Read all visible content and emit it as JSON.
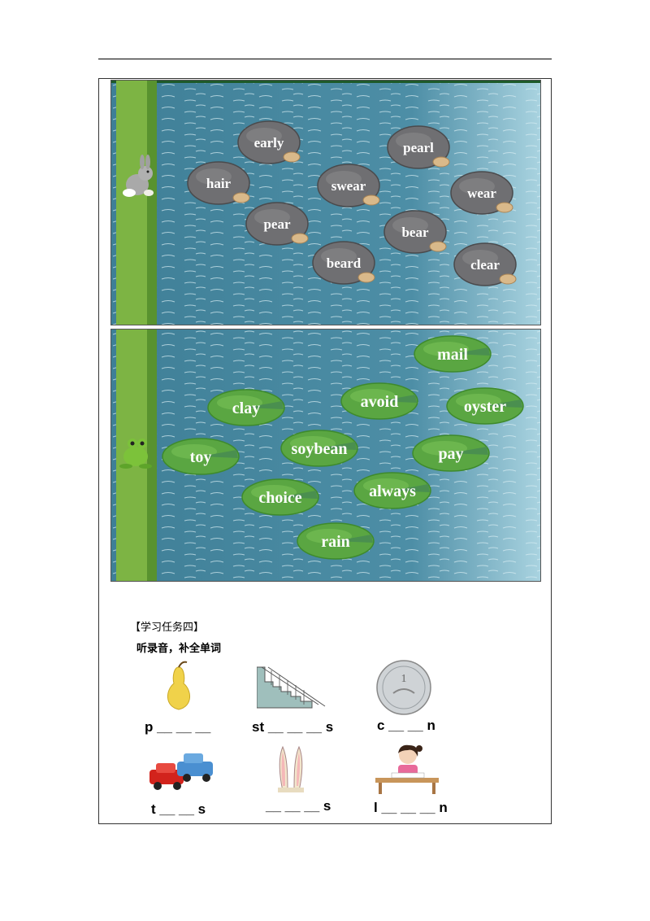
{
  "pond1": {
    "stones": [
      "early",
      "pearl",
      "hair",
      "swear",
      "wear",
      "pear",
      "bear",
      "beard",
      "clear"
    ]
  },
  "pond2": {
    "leaves": [
      "mail",
      "avoid",
      "oyster",
      "clay",
      "soybean",
      "pay",
      "toy",
      "always",
      "choice",
      "rain"
    ]
  },
  "task": {
    "title": "【学习任务四】",
    "instruction": "听录音，补全单词"
  },
  "items": [
    {
      "picture": "pear",
      "pattern": "p __ __ __"
    },
    {
      "picture": "stairs",
      "pattern": "st __ __ __ s"
    },
    {
      "picture": "coin",
      "pattern": "c __ __ n"
    },
    {
      "picture": "toy cars",
      "pattern": "t __ __ s"
    },
    {
      "picture": "rabbit ears",
      "pattern": "__ __ __ s"
    },
    {
      "picture": "girl studying",
      "pattern": "l __ __ __ n"
    }
  ]
}
